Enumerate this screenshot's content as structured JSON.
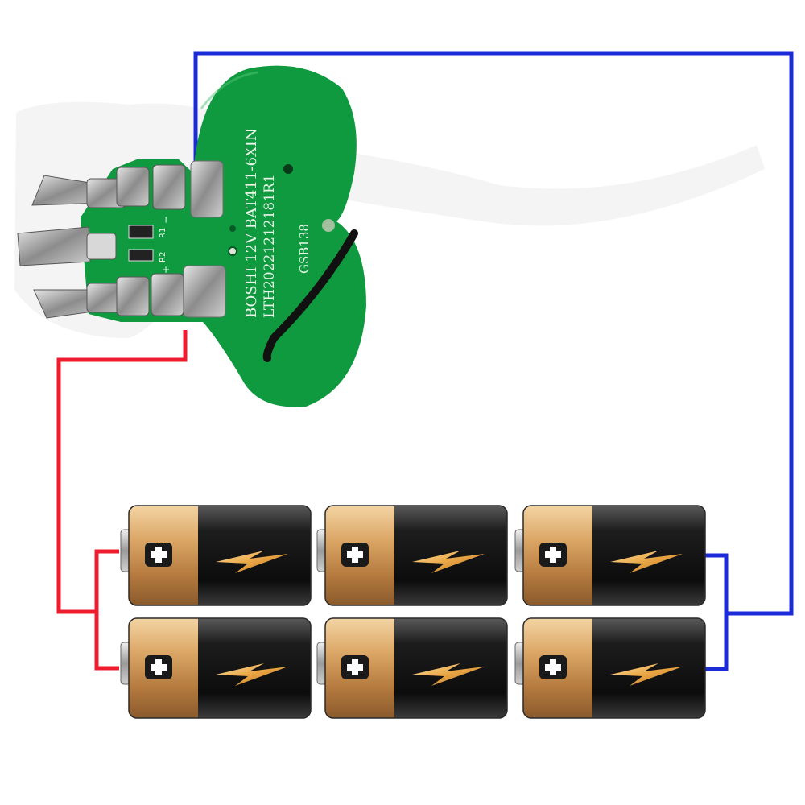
{
  "pcb": {
    "line1": "BOSHI 12V BAT411-6XIN",
    "line2": "LTH20221212181R1",
    "line3": "GSB138",
    "r1_label": "R1",
    "r2_label": "R2",
    "minus_label": "−",
    "plus_label": "+"
  },
  "wires": {
    "positive_color": "#ee1c2e",
    "negative_color": "#1b2bd8"
  },
  "battery": {
    "plus_glyph": "+",
    "rows": 2,
    "cols": 3,
    "band_color": "#d9a061",
    "body_color": "#151515",
    "bolt_color": "#e8a443"
  }
}
